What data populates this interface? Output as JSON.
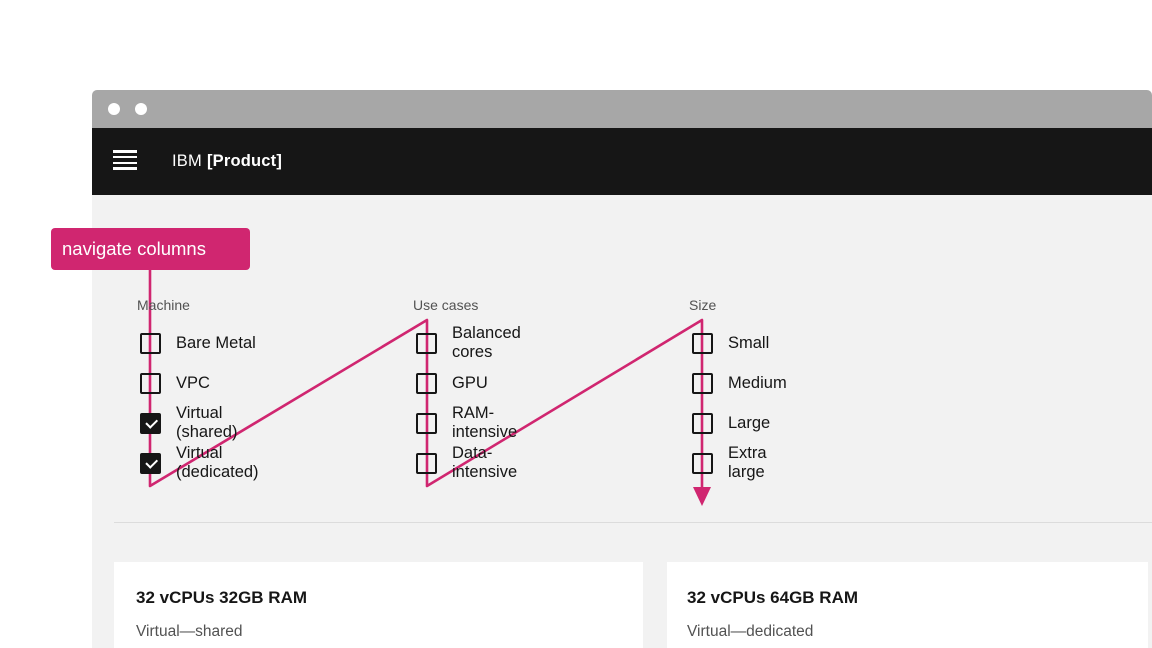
{
  "colors": {
    "accent": "#d02670",
    "header_bg": "#161616",
    "body_bg": "#f2f2f2"
  },
  "window": {
    "header": {
      "brand_prefix": "IBM",
      "brand_product": "[Product]"
    }
  },
  "annotation": {
    "label": "navigate columns"
  },
  "filters": {
    "columns": [
      {
        "heading": "Machine",
        "options": [
          {
            "label": "Bare Metal",
            "checked": false
          },
          {
            "label": "VPC",
            "checked": false
          },
          {
            "label": "Virtual (shared)",
            "checked": true
          },
          {
            "label": "Virtual (dedicated)",
            "checked": true
          }
        ]
      },
      {
        "heading": "Use cases",
        "options": [
          {
            "label": "Balanced cores",
            "checked": false
          },
          {
            "label": "GPU",
            "checked": false
          },
          {
            "label": "RAM-intensive",
            "checked": false
          },
          {
            "label": "Data-intensive",
            "checked": false
          }
        ]
      },
      {
        "heading": "Size",
        "options": [
          {
            "label": "Small",
            "checked": false
          },
          {
            "label": "Medium",
            "checked": false
          },
          {
            "label": "Large",
            "checked": false
          },
          {
            "label": "Extra large",
            "checked": false
          }
        ]
      }
    ]
  },
  "results": {
    "cards": [
      {
        "title": "32 vCPUs 32GB RAM",
        "subtitle": "Virtual—shared"
      },
      {
        "title": "32 vCPUs 64GB RAM",
        "subtitle": "Virtual—dedicated"
      }
    ]
  }
}
